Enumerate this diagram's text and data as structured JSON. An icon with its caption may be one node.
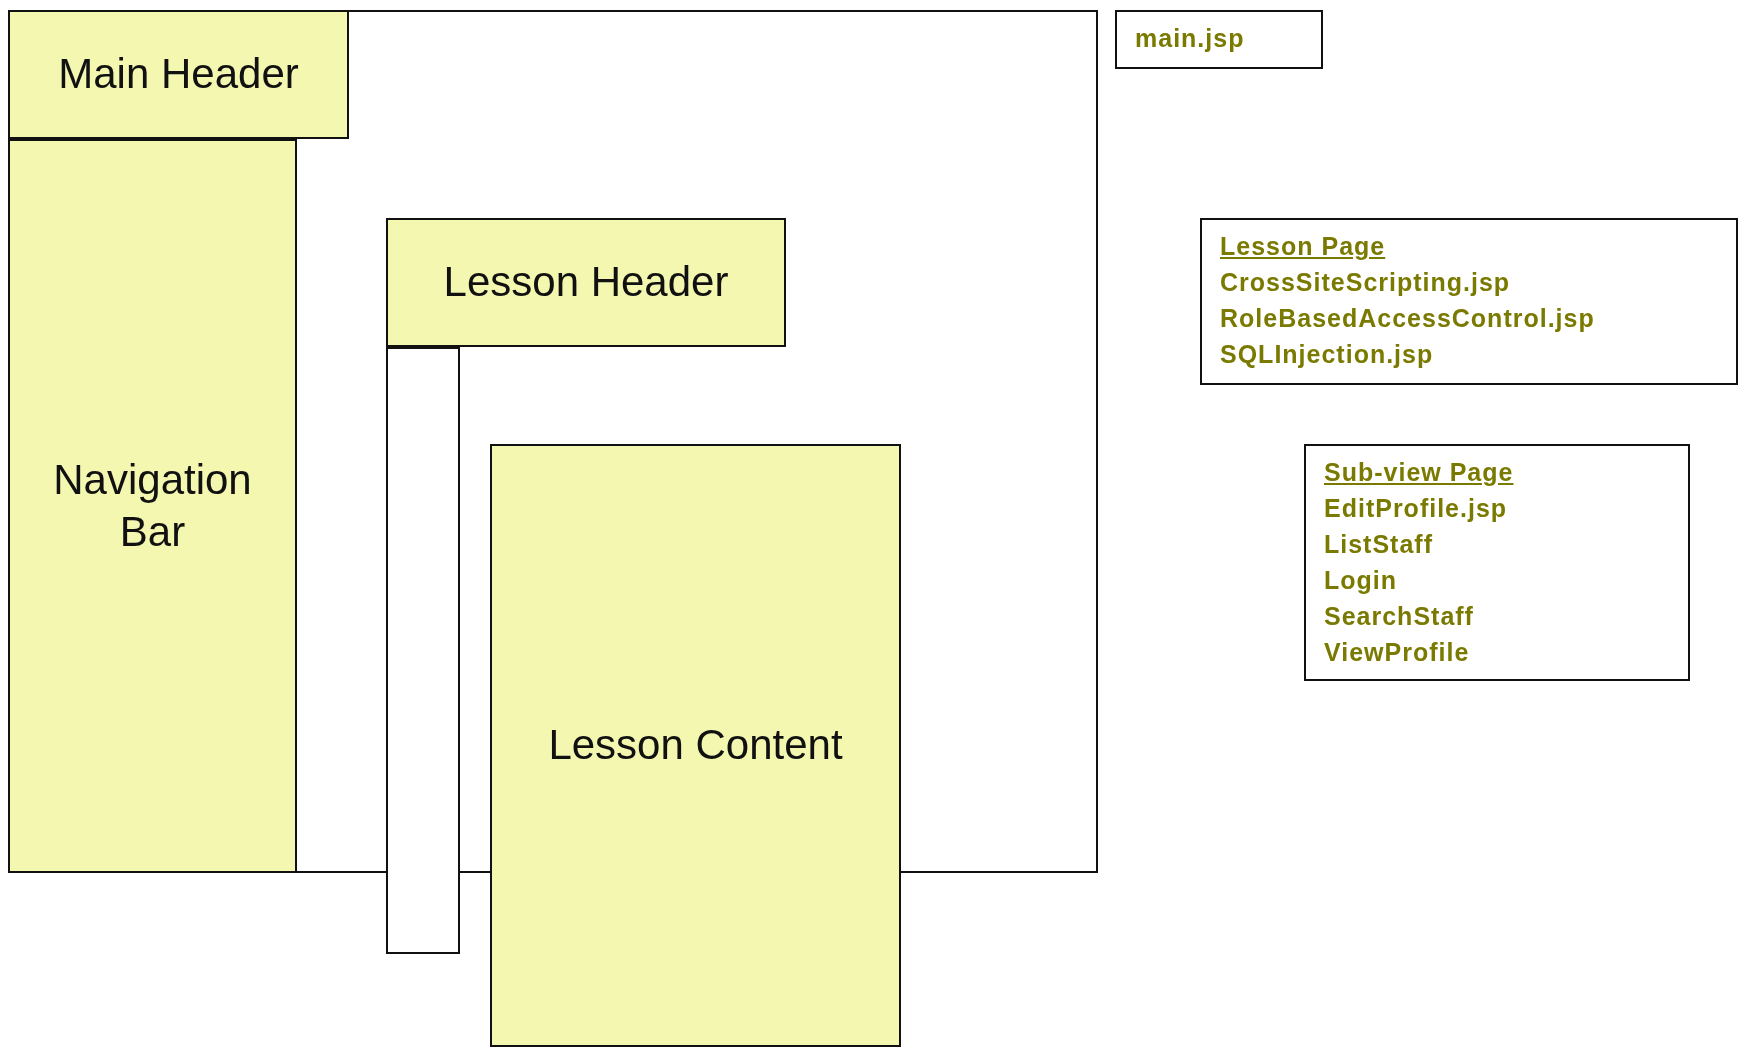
{
  "diagram": {
    "nodes": [
      {
        "text": [],
        "shape": "box"
      },
      {
        "text": [
          "Main Header"
        ],
        "in": 0
      },
      {
        "text": [
          "Navigation Bar"
        ],
        "in": 0
      },
      {
        "text": [
          "Lesson Header"
        ],
        "in": 0
      },
      {
        "text": [],
        "shape": "box"
      },
      {
        "text": [
          "Lesson Content"
        ]
      },
      {
        "text": [
          "main.jsp"
        ]
      },
      {
        "text": [
          "Lesson Page",
          "CrossSiteScripting.jsp",
          "RoleBasedAccessControl.jsp",
          "SQLInjection.jsp"
        ]
      },
      {
        "text": [
          "Sub-view Page",
          "EditProfile.jsp",
          "ListStaff",
          "Login",
          "SearchStaff",
          "ViewProfile"
        ]
      }
    ],
    "edges": []
  }
}
